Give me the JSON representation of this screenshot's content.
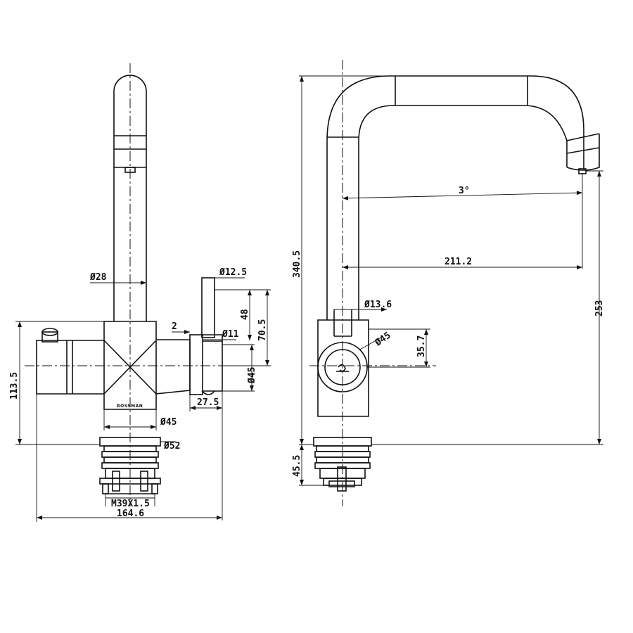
{
  "front_view": {
    "dims": {
      "spout_dia": "Ø28",
      "handle_dia": "Ø12.5",
      "handle_len": "48",
      "height_lever": "70.5",
      "gap": "2",
      "outlet_dia": "Ø11",
      "body_dia_side": "Ø45",
      "offset": "27.5",
      "body_height": "113.5",
      "base_dia": "Ø45",
      "flange_dia": "Ø52",
      "thread": "M39X1.5",
      "width": "164.6"
    },
    "logo_text": "ROSSMAN"
  },
  "side_view": {
    "dims": {
      "angle": "3°",
      "reach": "211.2",
      "total_height": "340.5",
      "spout_height": "253",
      "inlet_dia": "Ø13.6",
      "knob_dia": "Ø45",
      "knob_height": "35.7",
      "base_height": "45.5"
    }
  }
}
